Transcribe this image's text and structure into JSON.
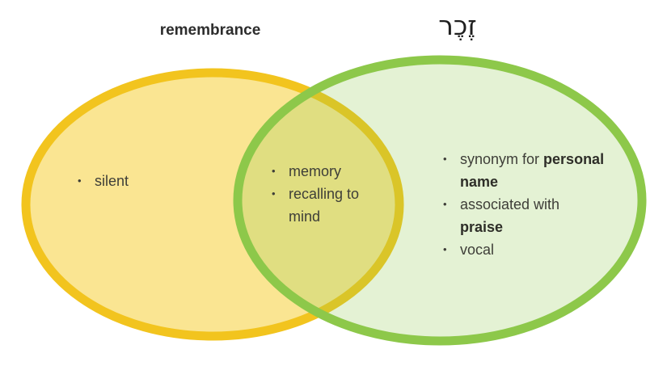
{
  "header": {
    "left_title": "remembrance",
    "right_title": "זֶכֶר"
  },
  "venn": {
    "bullet_char": "•",
    "colors": {
      "left_stroke": "#F2C41E",
      "left_fill": "#FAE592",
      "right_stroke": "#8DC84A",
      "right_fill": "rgba(141,200,74,0.24)",
      "overlap_blend": "#E0DE81",
      "text": "#3E3E38"
    },
    "left_region": {
      "items": [
        {
          "text": "silent",
          "bold": ""
        }
      ]
    },
    "overlap_region": {
      "items": [
        {
          "text": "memory",
          "bold": ""
        },
        {
          "text": "recalling to mind",
          "bold": ""
        }
      ]
    },
    "right_region": {
      "items": [
        {
          "text": "synonym for ",
          "bold": "personal name"
        },
        {
          "text": "associated with ",
          "bold": "praise"
        },
        {
          "text": "vocal",
          "bold": ""
        }
      ]
    }
  }
}
